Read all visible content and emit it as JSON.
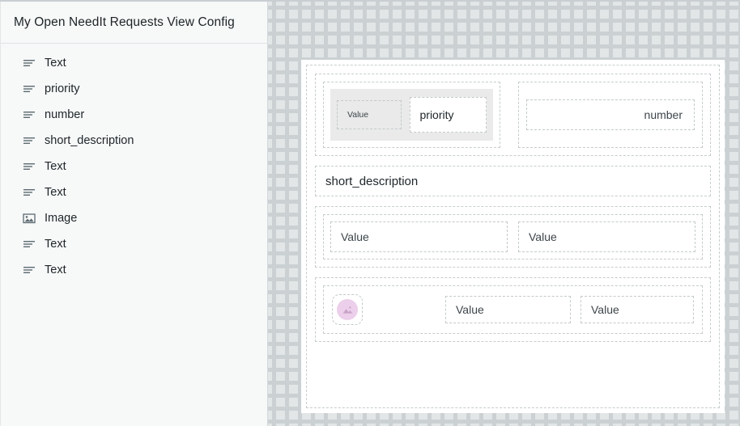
{
  "header": {
    "title": "My Open NeedIt Requests View Config"
  },
  "sidebar": {
    "items": [
      {
        "label": "Text",
        "icon": "text-lines-icon"
      },
      {
        "label": "priority",
        "icon": "text-lines-icon"
      },
      {
        "label": "number",
        "icon": "text-lines-icon"
      },
      {
        "label": "short_description",
        "icon": "text-lines-icon"
      },
      {
        "label": "Text",
        "icon": "text-lines-icon"
      },
      {
        "label": "Text",
        "icon": "text-lines-icon"
      },
      {
        "label": "Image",
        "icon": "image-icon"
      },
      {
        "label": "Text",
        "icon": "text-lines-icon"
      },
      {
        "label": "Text",
        "icon": "text-lines-icon"
      }
    ]
  },
  "canvas": {
    "group1": {
      "value_label": "Value",
      "priority_label": "priority",
      "number_label": "number"
    },
    "description": {
      "label": "short_description"
    },
    "group3": {
      "value_left": "Value",
      "value_right": "Value"
    },
    "group4": {
      "avatar_icon": "image-placeholder-icon",
      "value_left": "Value",
      "value_right": "Value"
    }
  },
  "colors": {
    "canvas_background": "#e2e6e7",
    "canvas_grid": "#cbd1d3",
    "sidebar_background": "#f7f8f8",
    "dashed_border": "#c6ccce",
    "highlight_fill": "#eaeaea",
    "avatar_fill": "#eccfea",
    "avatar_glyph": "#c9a2c8",
    "text_primary": "#20272b",
    "icon_color": "#5d6b72"
  }
}
